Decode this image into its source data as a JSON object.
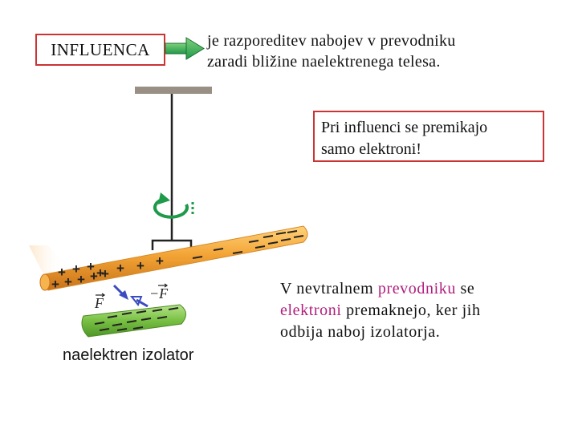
{
  "title": "INFLUENCA",
  "definition": {
    "line1": "je razporeditev nabojev v prevodniku",
    "line2": "zaradi bližine naelektrenega telesa."
  },
  "note": {
    "line1": "Pri influenci se premikajo",
    "line2": "samo elektroni!"
  },
  "explanation": {
    "part1": "V nevtralnem ",
    "highlight1": "prevodniku",
    "part2": " se",
    "highlight2": "elektroni",
    "part3": " premaknejo, ker jih",
    "line3": "odbija naboj izolatorja."
  },
  "insulator_label": "naelektren izolator",
  "force_labels": {
    "f": "F",
    "neg_f": "−F"
  },
  "colors": {
    "border": "#cc3333",
    "highlight": "#b01e7c",
    "rod": "#f0a030",
    "insulator": "#7cc242",
    "arrow_green": "#1f9a4a",
    "force_arrow": "#3b4cc0"
  }
}
